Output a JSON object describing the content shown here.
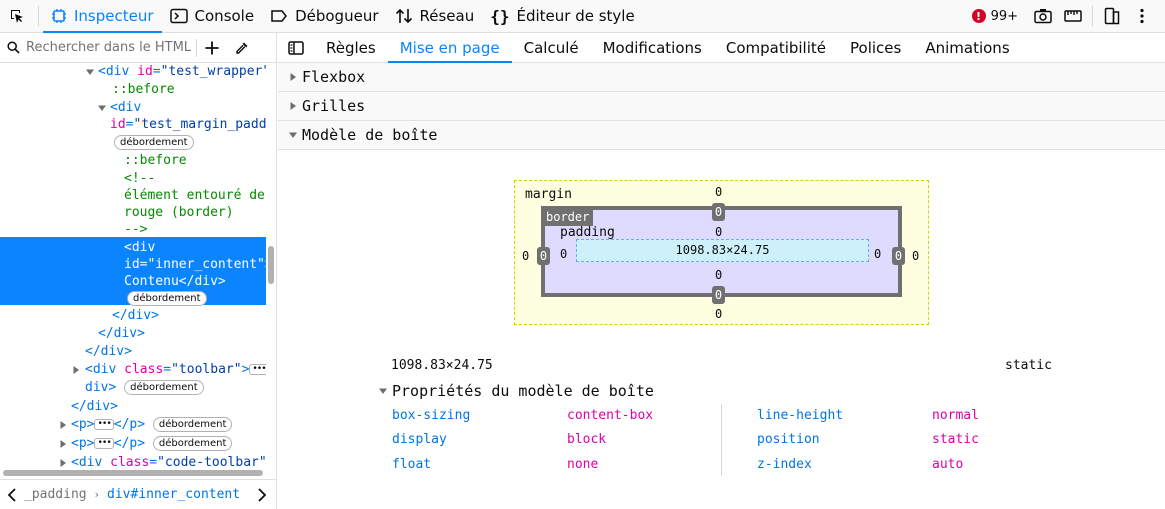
{
  "toolbar": {
    "tabs": [
      {
        "label": "Inspecteur",
        "icon": "inspector-icon",
        "active": true
      },
      {
        "label": "Console",
        "icon": "console-icon"
      },
      {
        "label": "Débogueur",
        "icon": "debugger-icon"
      },
      {
        "label": "Réseau",
        "icon": "network-icon"
      },
      {
        "label": "Éditeur de style",
        "icon": "style-editor-icon"
      }
    ],
    "error_count": "99+",
    "accent": "#0a84ff",
    "error_color": "#d70022"
  },
  "markup": {
    "search_placeholder": "Rechercher dans le HTML",
    "lines": [
      {
        "tag": "<div",
        "attr": "id",
        "val": "\"test_wrapper\""
      },
      {
        "pseudo": "::before"
      },
      {
        "tag": "<div"
      },
      {
        "attr": "id",
        "val": "\"test_margin_padd"
      },
      {
        "badge": "débordement"
      },
      {
        "pseudo": "::before"
      },
      {
        "comment": "<!--"
      },
      {
        "comment": "élément entouré de"
      },
      {
        "comment": "rouge (border)"
      },
      {
        "comment": "-->"
      },
      {
        "tag": "<div"
      },
      {
        "attr": "id",
        "val": "\"inner_content\">"
      },
      {
        "text": "Contenu",
        "close": "</div>"
      },
      {
        "badge": "débordement"
      },
      {
        "close": "</div>"
      },
      {
        "close": "</div>"
      },
      {
        "close": "</div>"
      },
      {
        "tag": "<div",
        "attr": "class",
        "val": "\"toolbar\"",
        "end": ">"
      },
      {
        "close": "div>",
        "badge": "débordement"
      },
      {
        "close": "</div>"
      },
      {
        "tag": "<p>",
        "end": "</p>",
        "badge": "débordement"
      },
      {
        "tag": "<p>",
        "end": "</p>",
        "badge": "débordement"
      },
      {
        "tag": "<div",
        "attr": "class",
        "val": "\"code-toolbar\""
      }
    ]
  },
  "breadcrumb": {
    "items": [
      "_padding",
      "div#inner_content"
    ]
  },
  "subtabs": [
    "Règles",
    "Mise en page",
    "Calculé",
    "Modifications",
    "Compatibilité",
    "Polices",
    "Animations"
  ],
  "active_subtab": "Mise en page",
  "sections": {
    "flexbox": "Flexbox",
    "grids": "Grilles",
    "boxmodel": "Modèle de boîte"
  },
  "boxmodel": {
    "labels": {
      "margin": "margin",
      "border": "border",
      "padding": "padding"
    },
    "margin": {
      "top": "0",
      "right": "0",
      "bottom": "0",
      "left": "0"
    },
    "border": {
      "top": "0",
      "right": "0",
      "bottom": "0",
      "left": "0"
    },
    "padding": {
      "top": "0",
      "right": "0",
      "bottom": "0",
      "left": "0"
    },
    "content": "1098.83×24.75",
    "dimensions": "1098.83×24.75",
    "position": "static",
    "colors": {
      "margin": "#fefee1",
      "border": "#dedbff",
      "content": "#cdf0fa"
    }
  },
  "properties": {
    "title": "Propriétés du modèle de boîte",
    "items": [
      {
        "name": "box-sizing",
        "value": "content-box"
      },
      {
        "name": "display",
        "value": "block"
      },
      {
        "name": "float",
        "value": "none"
      },
      {
        "name": "line-height",
        "value": "normal"
      },
      {
        "name": "position",
        "value": "static"
      },
      {
        "name": "z-index",
        "value": "auto"
      }
    ]
  }
}
